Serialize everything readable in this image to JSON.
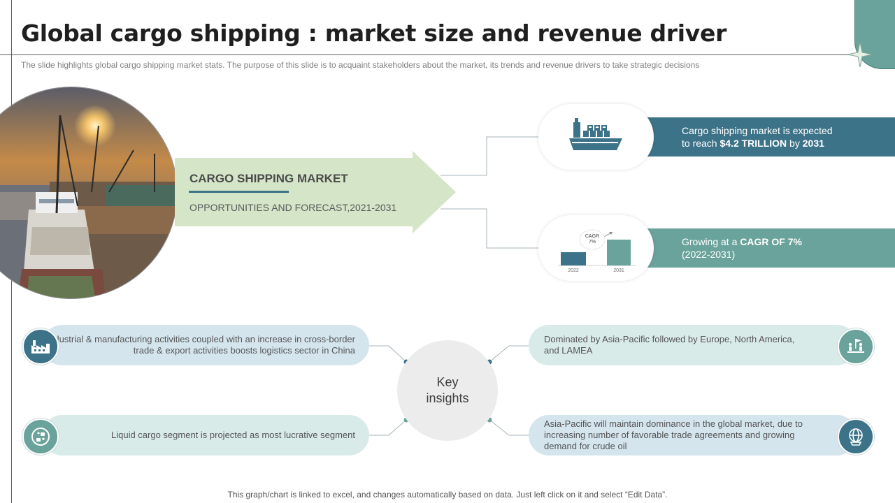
{
  "header": {
    "title": "Global cargo shipping  : market size and revenue driver",
    "subtitle": "The slide highlights global cargo shipping market stats. The purpose of this slide is to acquaint stakeholders about the market, its trends and revenue drivers to take strategic decisions"
  },
  "market": {
    "title": "CARGO SHIPPING MARKET",
    "subtitle": "OPPORTUNITIES AND FORECAST,2021-2031"
  },
  "stats": {
    "size": {
      "line1": "Cargo shipping market is expected",
      "prefix": "to reach ",
      "value": "$4.2 TRILLION",
      "mid": " by ",
      "year": "2031"
    },
    "growth": {
      "prefix": "Growing at a ",
      "value": "CAGR OF 7%",
      "years": "(2022-2031)"
    }
  },
  "chart_data": {
    "type": "bar",
    "categories": [
      "2022",
      "2031"
    ],
    "annotation": "CAGR 7%",
    "annotation_line1": "CAGR",
    "annotation_line2": "7%",
    "colors": [
      "#3d7388",
      "#6aa39b"
    ]
  },
  "key_insights": {
    "label_line1": "Key",
    "label_line2": "insights"
  },
  "insights": [
    {
      "text": "Industrial & manufacturing activities coupled with an increase in cross-border trade & export activities boosts logistics sector in China",
      "icon": "factory-icon"
    },
    {
      "text": "Liquid cargo segment is projected as most lucrative segment",
      "icon": "liquid-cargo-icon"
    },
    {
      "text": "Dominated by Asia-Pacific followed by Europe, North America, and LAMEA",
      "icon": "people-flag-icon"
    },
    {
      "text": "Asia-Pacific will maintain dominance in the global market, due to increasing number of favorable  trade agreements and growing demand for crude oil",
      "icon": "globe-cart-icon"
    }
  ],
  "footer": "This graph/chart is linked to excel, and changes automatically based on data. Just left click on it and select “Edit Data”.",
  "colors": {
    "dark_teal": "#3d7388",
    "light_teal": "#6aa39b",
    "green_arrow": "#d4e5c8"
  }
}
